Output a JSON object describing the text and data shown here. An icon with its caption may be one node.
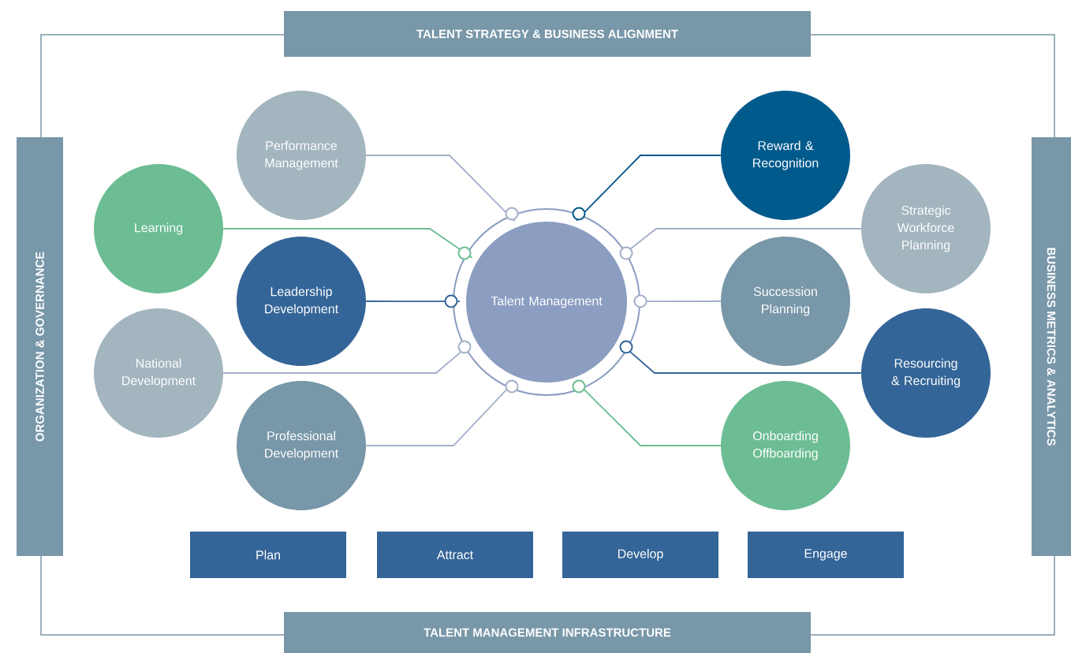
{
  "diagram": {
    "nodes": [
      {
        "text": [
          "TALENT STRATEGY & BUSINESS ALIGNMENT"
        ]
      },
      {
        "text": [
          "ORGANIZATION & GOVERNANCE"
        ]
      },
      {
        "text": [
          "BUSINESS METRICS & ANALYTICS"
        ]
      },
      {
        "text": [
          "TALENT MANAGEMENT INFRASTRUCTURE"
        ]
      },
      {
        "text": [
          "Talent Management"
        ]
      },
      {
        "text": [
          "Performance Management"
        ]
      },
      {
        "text": [
          "Reward & Recognition"
        ]
      },
      {
        "text": [
          "Learning"
        ]
      },
      {
        "text": [
          "Strategic Workforce Planning"
        ]
      },
      {
        "text": [
          "Leadership Development"
        ]
      },
      {
        "text": [
          "Succession Planning"
        ]
      },
      {
        "text": [
          "National Development"
        ]
      },
      {
        "text": [
          "Resourcing & Recruiting"
        ]
      },
      {
        "text": [
          "Professional Development"
        ]
      },
      {
        "text": [
          "Onboarding Offboarding"
        ]
      },
      {
        "text": [
          "Plan"
        ]
      },
      {
        "text": [
          "Attract"
        ]
      },
      {
        "text": [
          "Develop"
        ]
      },
      {
        "text": [
          "Engage"
        ]
      }
    ],
    "edges": [
      {
        "from": 5,
        "to": 4,
        "arrow": "other"
      },
      {
        "from": 6,
        "to": 4,
        "arrow": "other",
        "color": "#005a8c"
      },
      {
        "from": 7,
        "to": 4,
        "arrow": "other",
        "color": "#6cbd93"
      },
      {
        "from": 8,
        "to": 4,
        "arrow": "other"
      },
      {
        "from": 9,
        "to": 4,
        "arrow": "other",
        "color": "#346598"
      },
      {
        "from": 10,
        "to": 4,
        "arrow": "other"
      },
      {
        "from": 11,
        "to": 4,
        "arrow": "other"
      },
      {
        "from": 12,
        "to": 4,
        "arrow": "other",
        "color": "#346598"
      },
      {
        "from": 13,
        "to": 4,
        "arrow": "other"
      },
      {
        "from": 14,
        "to": 4,
        "arrow": "other",
        "color": "#6cbd93"
      }
    ]
  }
}
